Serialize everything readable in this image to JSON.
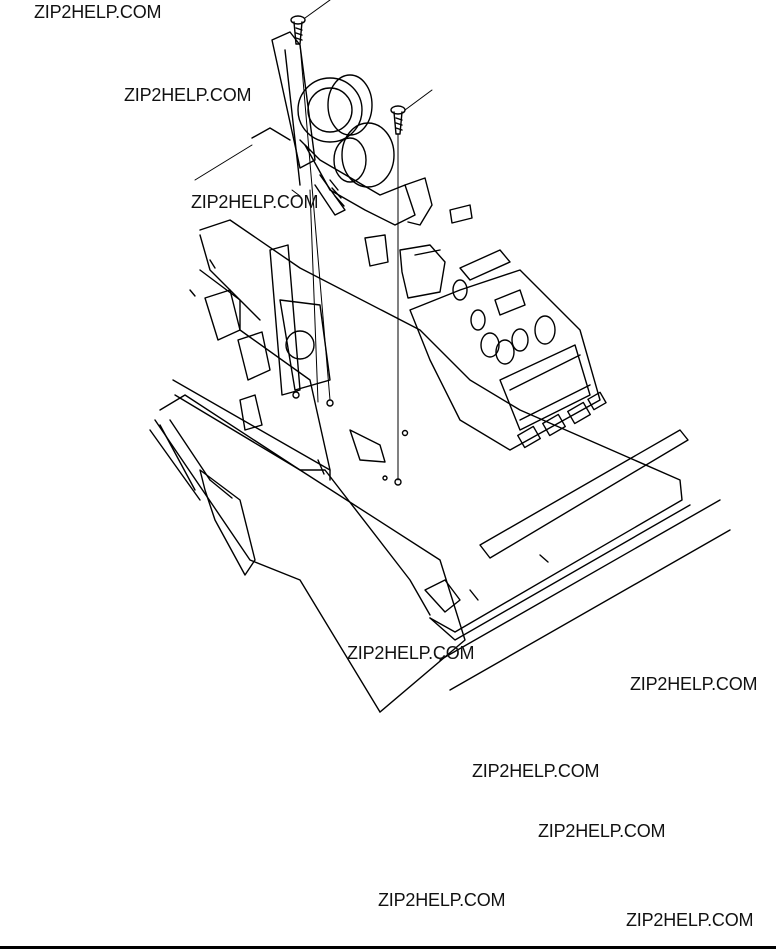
{
  "watermarks": [
    "ZIP2HELP.COM",
    "ZIP2HELP.COM",
    "ZIP2HELP.COM",
    "ZIP2HELP.COM",
    "ZIP2HELP.COM",
    "ZIP2HELP.COM",
    "ZIP2HELP.COM",
    "ZIP2HELP.COM",
    "ZIP2HELP.COM"
  ],
  "colors": {
    "ink": "#000000",
    "paper": "#ffffff"
  }
}
